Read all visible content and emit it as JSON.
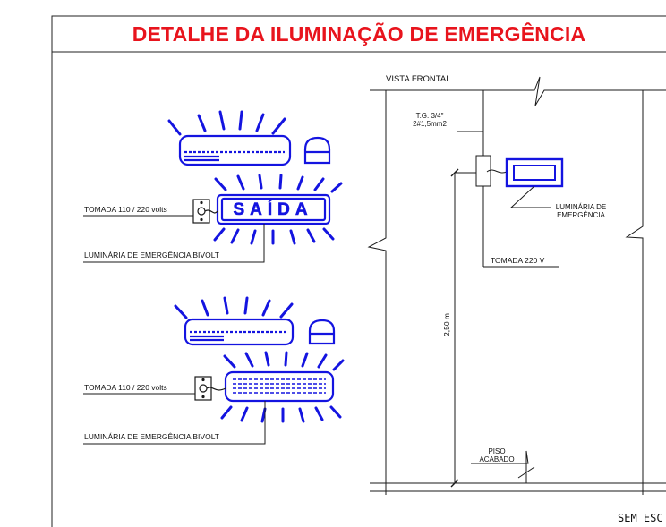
{
  "title": "DETALHE DA ILUMINAÇÃO DE EMERGÊNCIA",
  "left_detail": {
    "top_group": {
      "socket_label": "TOMADA 110 / 220 volts",
      "fixture_label": "LUMINÁRIA DE EMERGÊNCIA BIVOLT",
      "sign_text": "SAÍDA"
    },
    "bottom_group": {
      "socket_label": "TOMADA 110 / 220 volts",
      "fixture_label": "LUMINÁRIA DE EMERGÊNCIA BIVOLT"
    }
  },
  "front_view": {
    "heading": "VISTA FRONTAL",
    "conduit_label_line1": "T.G. 3/4\"",
    "conduit_label_line2": "2#1,5mm2",
    "fixture_label_line1": "LUMINÁRIA DE",
    "fixture_label_line2": "EMERGÊNCIA",
    "socket_label": "TOMADA 220 V",
    "height_dimension": "2,50 m",
    "floor_label_line1": "PISO",
    "floor_label_line2": "ACABADO"
  },
  "scale_note": "SEM ESC",
  "colors": {
    "title": "#e8141d",
    "fixture": "#1414e0",
    "lines": "#1a1a1a"
  }
}
